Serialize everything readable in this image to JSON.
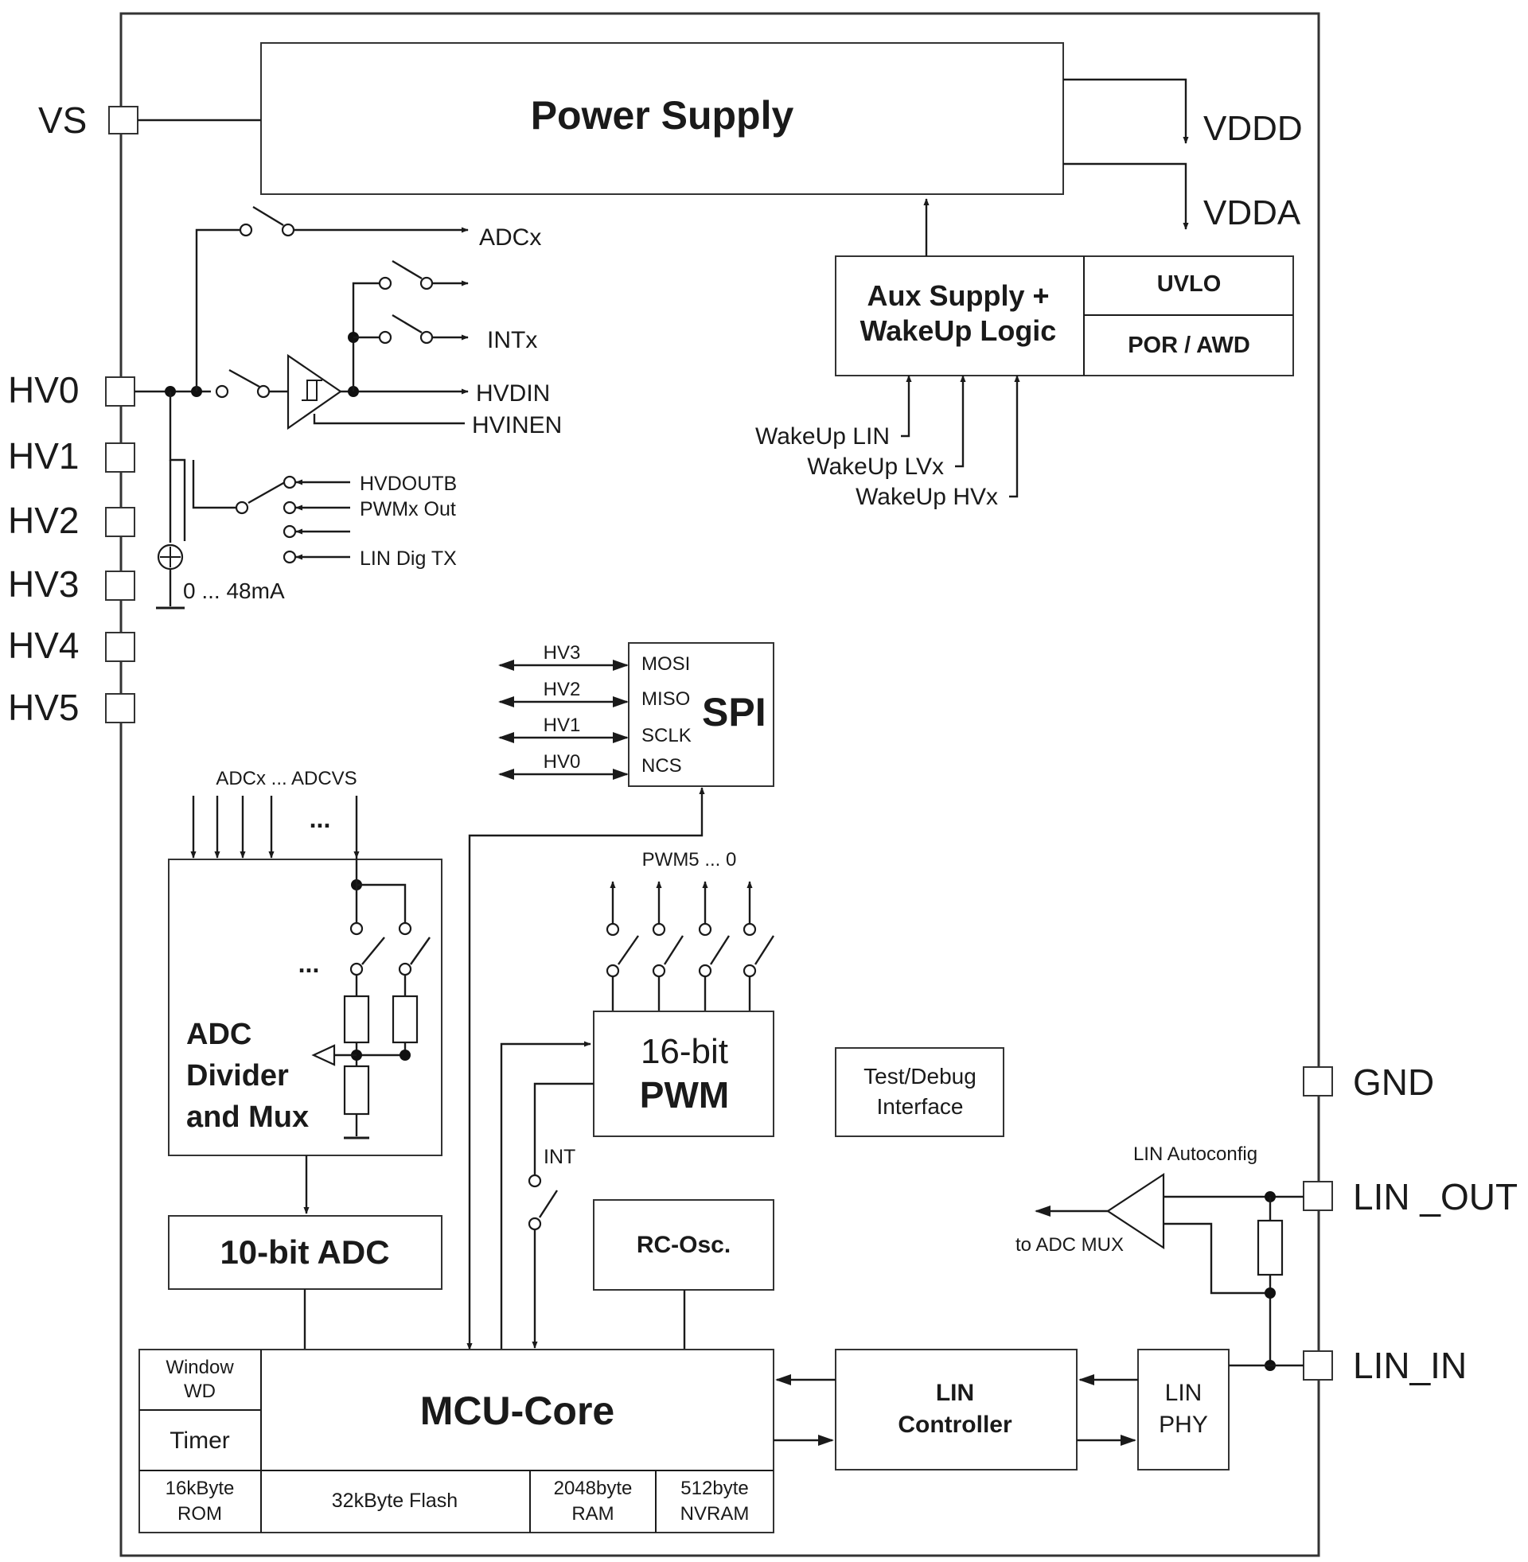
{
  "pins": {
    "vs": "VS",
    "hv0": "HV0",
    "hv1": "HV1",
    "hv2": "HV2",
    "hv3": "HV3",
    "hv4": "HV4",
    "hv5": "HV5",
    "gnd": "GND",
    "lin_out": "LIN _OUT",
    "lin_in": "LIN_IN"
  },
  "power": {
    "title": "Power Supply",
    "vddd": "VDDD",
    "vdda": "VDDA"
  },
  "aux": {
    "title_line1": "Aux Supply +",
    "title_line2": "WakeUp Logic",
    "uvlo": "UVLO",
    "por_awd": "POR / AWD",
    "wake_lin": "WakeUp LIN",
    "wake_lvx": "WakeUp LVx",
    "wake_hvx": "WakeUp HVx"
  },
  "hv_stage": {
    "adcx": "ADCx",
    "intx": "INTx",
    "hvdin": "HVDIN",
    "hvinen": "HVINEN",
    "hvdoutb": "HVDOUTB",
    "pwmx_out": "PWMx Out",
    "lin_dig_tx": "LIN Dig TX",
    "current": "0 ... 48mA"
  },
  "spi": {
    "title": "SPI",
    "mosi": "MOSI",
    "miso": "MISO",
    "sclk": "SCLK",
    "ncs": "NCS",
    "hv3": "HV3",
    "hv2": "HV2",
    "hv1": "HV1",
    "hv0": "HV0"
  },
  "adc_mux": {
    "inputs": "ADCx ... ADCVS",
    "dots": "...",
    "title_line1": "ADC",
    "title_line2": "Divider",
    "title_line3": "and Mux"
  },
  "adc": {
    "title": "10-bit ADC"
  },
  "pwm": {
    "outputs": "PWM5 ... 0",
    "title_line1": "16-bit",
    "title_line2": "PWM",
    "int": "INT"
  },
  "rc_osc": {
    "title": "RC-Osc."
  },
  "test_debug": {
    "line1": "Test/Debug",
    "line2": "Interface"
  },
  "mcu": {
    "title": "MCU-Core",
    "window_wd_line1": "Window",
    "window_wd_line2": "WD",
    "timer": "Timer",
    "rom_line1": "16kByte",
    "rom_line2": "ROM",
    "flash": "32kByte Flash",
    "ram_line1": "2048byte",
    "ram_line2": "RAM",
    "nvram_line1": "512byte",
    "nvram_line2": "NVRAM"
  },
  "lin": {
    "controller_line1": "LIN",
    "controller_line2": "Controller",
    "phy_line1": "LIN",
    "phy_line2": "PHY",
    "autoconfig": "LIN Autoconfig",
    "to_adc_mux": "to ADC MUX"
  }
}
